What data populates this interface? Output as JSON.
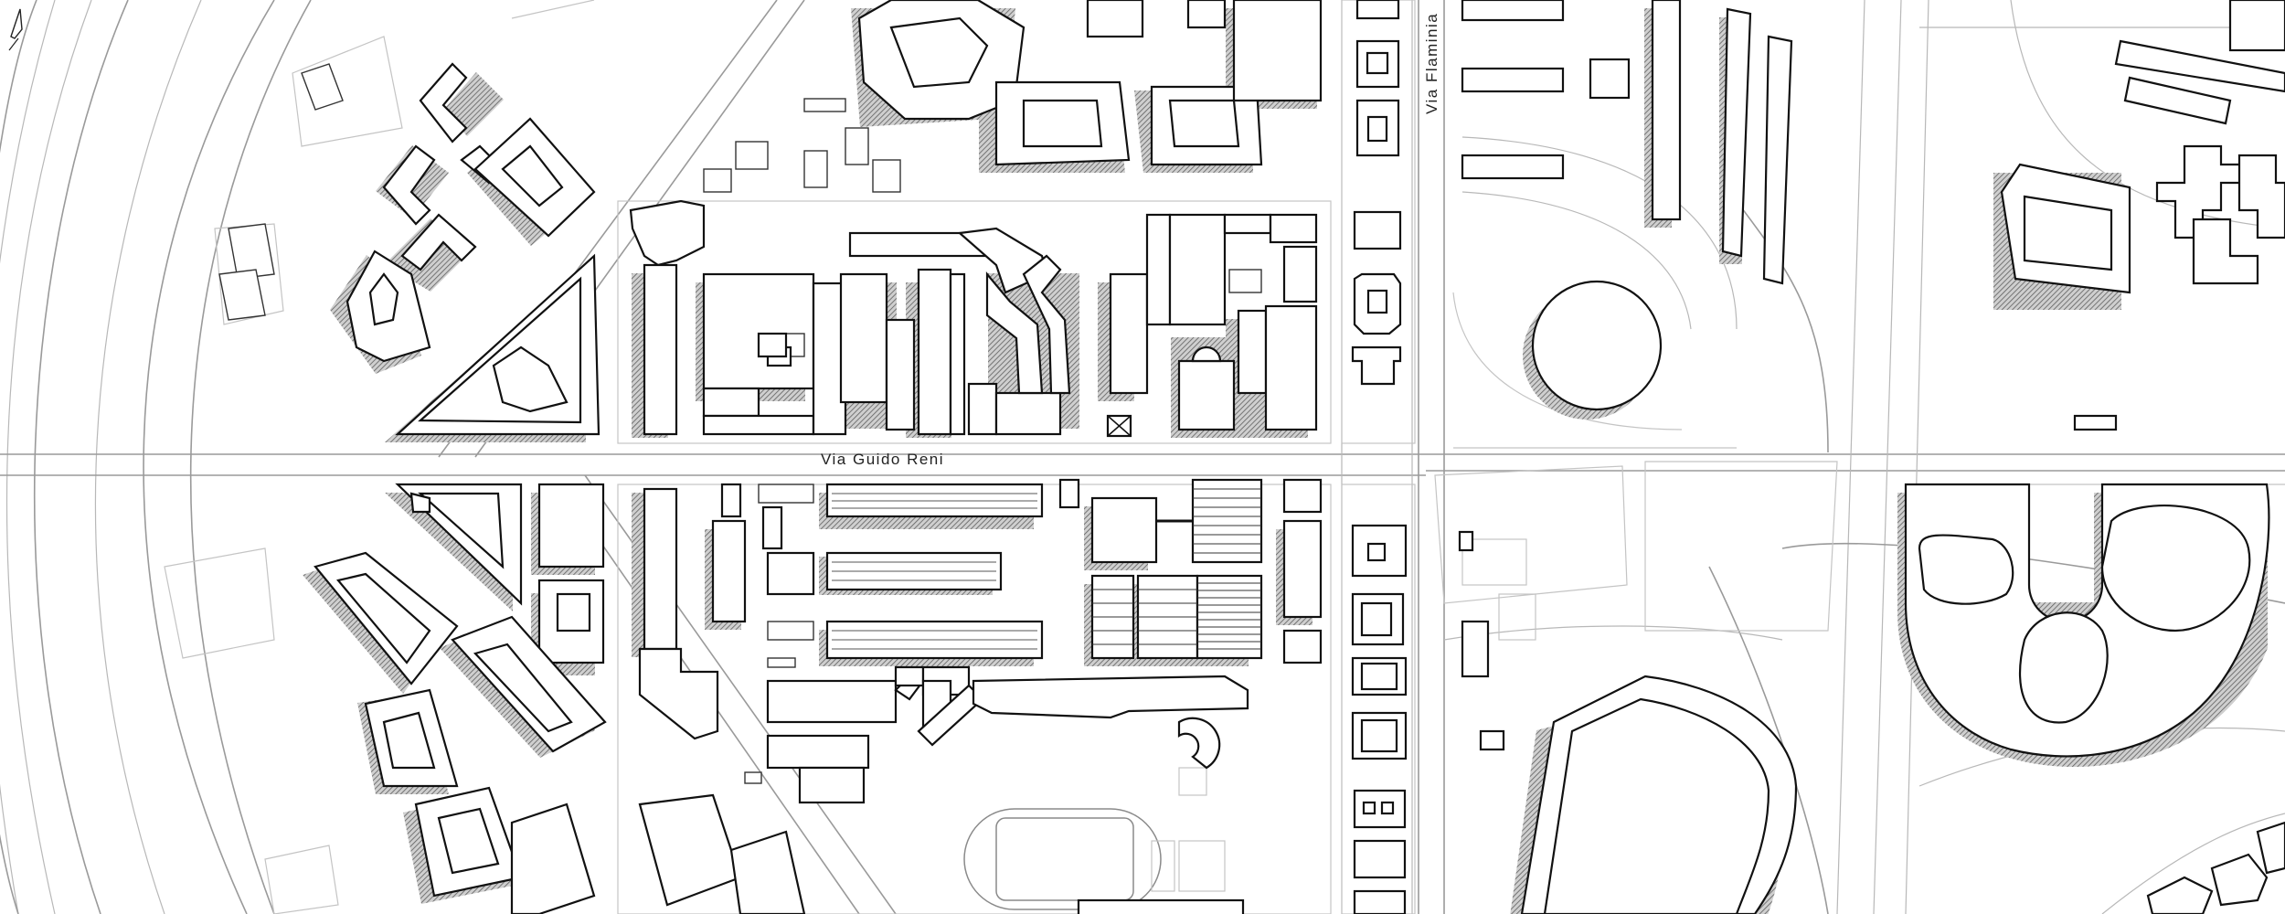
{
  "map": {
    "streets": [
      {
        "id": "via-guido-reni",
        "label": "Via Guido Reni"
      },
      {
        "id": "via-flaminia",
        "label": "Via Flaminia"
      }
    ],
    "north_arrow_icon": "north-arrow-icon",
    "colors": {
      "background": "#ffffff",
      "building_outline": "#111111",
      "road_line": "#9a9a9a",
      "shadow_hatch": "#6e6e6e"
    }
  }
}
